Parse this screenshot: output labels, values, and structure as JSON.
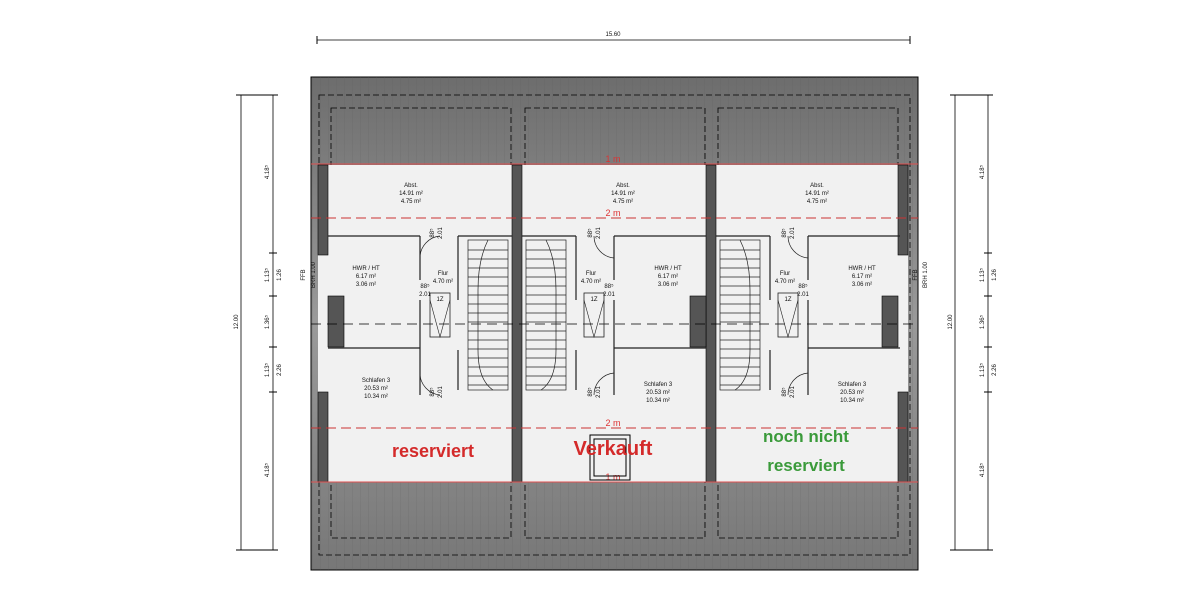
{
  "dimensions": {
    "total_width": "15.60",
    "total_depth": "12.00",
    "segments_left": [
      "4.18⁵",
      "1.13⁵",
      "1.36⁵",
      "1.13⁵",
      "4.18⁵"
    ],
    "segments_left_inner": [
      "1.26",
      "2.26"
    ],
    "segments_right": [
      "4.18⁵",
      "1.13⁵",
      "1.36⁵",
      "1.13⁵",
      "4.18⁵"
    ],
    "segments_right_inner": [
      "1.26",
      "2.26"
    ],
    "ffb_label": "FFB",
    "brh_label": "BRH 1.00"
  },
  "height_lines": {
    "top_1m": "1 m",
    "top_2m": "2 m",
    "bottom_2m": "2 m",
    "bottom_1m": "1 m"
  },
  "units": [
    {
      "rooms": {
        "abst": [
          "Abst.",
          "14.91 m²",
          "4.75 m²"
        ],
        "flur": [
          "Flur",
          "4.70 m²"
        ],
        "hwr": [
          "HWR / HT",
          "6.17 m²",
          "3.06 m²"
        ],
        "schlafen": [
          "Schlafen 3",
          "20.53 m²",
          "10.34 m²"
        ]
      },
      "door_top": [
        "88⁵",
        "2.01"
      ],
      "door_side": [
        "88⁵",
        "2.01"
      ],
      "door_bottom": [
        "88⁵",
        "2.01"
      ],
      "stair_label": "1Z",
      "status_lines": [
        "reserviert"
      ],
      "status_color": "#d42a2a"
    },
    {
      "rooms": {
        "abst": [
          "Abst.",
          "14.91 m²",
          "4.75 m²"
        ],
        "flur": [
          "Flur",
          "4.70 m²"
        ],
        "hwr": [
          "HWR / HT",
          "6.17 m²",
          "3.06 m²"
        ],
        "schlafen": [
          "Schlafen 3",
          "20.53 m²",
          "10.34 m²"
        ]
      },
      "door_top": [
        "88⁵",
        "2.01"
      ],
      "door_side": [
        "88⁵",
        "2.01"
      ],
      "door_bottom": [
        "88⁵",
        "2.01"
      ],
      "stair_label": "1Z",
      "status_lines": [
        "Verkauft"
      ],
      "status_color": "#d42a2a"
    },
    {
      "rooms": {
        "abst": [
          "Abst.",
          "14.91 m²",
          "4.75 m²"
        ],
        "flur": [
          "Flur",
          "4.70 m²"
        ],
        "hwr": [
          "HWR / HT",
          "6.17 m²",
          "3.06 m²"
        ],
        "schlafen": [
          "Schlafen 3",
          "20.53 m²",
          "10.34 m²"
        ]
      },
      "door_top": [
        "88⁵",
        "2.01"
      ],
      "door_side": [
        "88⁵",
        "2.01"
      ],
      "door_bottom": [
        "88⁵",
        "2.01"
      ],
      "stair_label": "1Z",
      "status_lines": [
        "noch nicht",
        "reserviert"
      ],
      "status_color": "#3a9a3a"
    }
  ]
}
